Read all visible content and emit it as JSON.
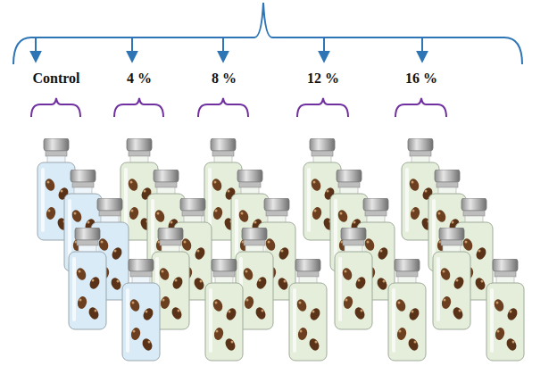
{
  "diagram": {
    "labels": [
      "Control",
      "4 %",
      "8 %",
      "12 %",
      "16 %"
    ]
  }
}
